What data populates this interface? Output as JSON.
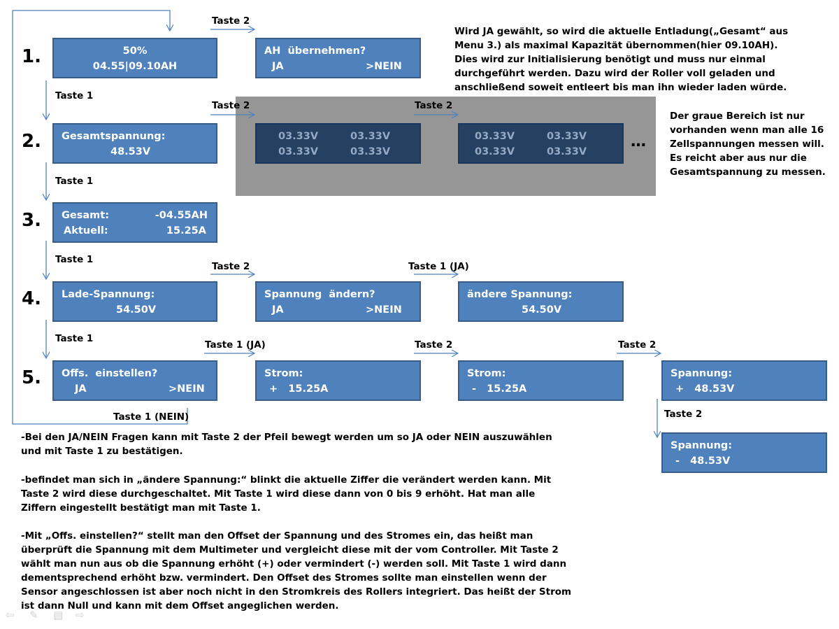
{
  "rows": {
    "r1": "1.",
    "r2": "2.",
    "r3": "3.",
    "r4": "4.",
    "r5": "5."
  },
  "boxes": {
    "b1": {
      "line1": "50%",
      "line2": "04.55|09.10AH"
    },
    "b1b": {
      "line1": "AH  übernehmen?",
      "left": "JA",
      "right": ">NEIN"
    },
    "b2": {
      "line1": "Gesamtspannung:",
      "line2": "48.53V"
    },
    "cell1": {
      "a": "03.33V",
      "b": "03.33V",
      "c": "03.33V",
      "d": "03.33V"
    },
    "cell2": {
      "a": "03.33V",
      "b": "03.33V",
      "c": "03.33V",
      "d": "03.33V"
    },
    "ellipsis": "…",
    "b3": {
      "l1a": "Gesamt:",
      "l1b": "-04.55AH",
      "l2a": "Aktuell:",
      "l2b": "15.25A"
    },
    "b4": {
      "line1": "Lade-Spannung:",
      "line2": "54.50V"
    },
    "b4b": {
      "line1": "Spannung  ändern?",
      "left": "JA",
      "right": ">NEIN"
    },
    "b4c": {
      "line1": "ändere Spannung:",
      "line2": "54.50V"
    },
    "b5": {
      "line1": "Offs.  einstellen?",
      "left": "JA",
      "right": ">NEIN"
    },
    "b5b": {
      "line1": "Strom:",
      "line2": "+   15.25A"
    },
    "b5c": {
      "line1": "Strom:",
      "line2": "-   15.25A"
    },
    "b5d": {
      "line1": "Spannung:",
      "line2": "+   48.53V"
    },
    "b5e": {
      "line1": "Spannung:",
      "line2": "-   48.53V"
    }
  },
  "labels": {
    "t1_top": "Taste 2",
    "t_1_2": "Taste 1",
    "t_2_right_a": "Taste 2",
    "t_2_right_b": "Taste 2",
    "t_2_3": "Taste 1",
    "t_3_4": "Taste 1",
    "t_4_right_a": "Taste 2",
    "t_4_right_b": "Taste 1 (JA)",
    "t_4_5": "Taste 1",
    "t_5_right_a": "Taste 1 (JA)",
    "t_5_right_b": "Taste 2",
    "t_5_right_c": "Taste 2",
    "t_5_down": "Taste 2",
    "t_nein": "Taste 1 (NEIN)"
  },
  "notes": {
    "top_right": "Wird JA gewählt, so wird die aktuelle Entladung(„Gesamt“ aus Menu 3.) als maximal Kapazität übernommen(hier 09.10AH). Dies wird zur Initialisierung benötigt und muss nur einmal durchgeführt werden. Dazu wird der Roller voll geladen und anschließend soweit entleert bis man ihn wieder laden würde.",
    "gray_note": "Der graue Bereich ist nur vorhanden wenn man alle 16 Zellspannungen messen will. Es reicht aber aus nur die Gesamtspannung zu messen.",
    "bottom_1": "-Bei den JA/NEIN Fragen kann mit Taste 2 der Pfeil bewegt werden um so JA oder NEIN auszuwählen und mit Taste 1 zu bestätigen.",
    "bottom_2": "-befindet man sich in „ändere Spannung:“ blinkt die aktuelle Ziffer die verändert werden kann. Mit Taste 2 wird diese durchgeschaltet. Mit Taste 1 wird diese dann von 0 bis 9 erhöht. Hat man alle Ziffern eingestellt bestätigt man mit Taste 1.",
    "bottom_3": "-Mit „Offs.  einstellen?“ stellt man den Offset der Spannung und des Stromes ein, das heißt man überprüft die Spannung mit dem Multimeter und vergleicht diese mit der vom Controller. Mit Taste 2 wählt man nun aus ob die Spannung erhöht (+) oder vermindert (-) werden soll. Mit Taste 1 wird  dann dementsprechend erhöht bzw. vermindert. Den Offset des Stromes sollte man einstellen wenn der Sensor angeschlossen ist aber noch nicht in den Stromkreis des Rollers integriert. Das heißt der Strom ist dann Null und kann mit dem Offset angeglichen werden."
  },
  "nav_icons": [
    "arrow-left-icon",
    "pen-icon",
    "menu-icon",
    "arrow-right-icon"
  ],
  "colors": {
    "box": "#4f81bd",
    "box_border": "#385d8a",
    "dark_box": "#254061",
    "gray_area": "#969696",
    "arrow": "#4f81bd"
  }
}
